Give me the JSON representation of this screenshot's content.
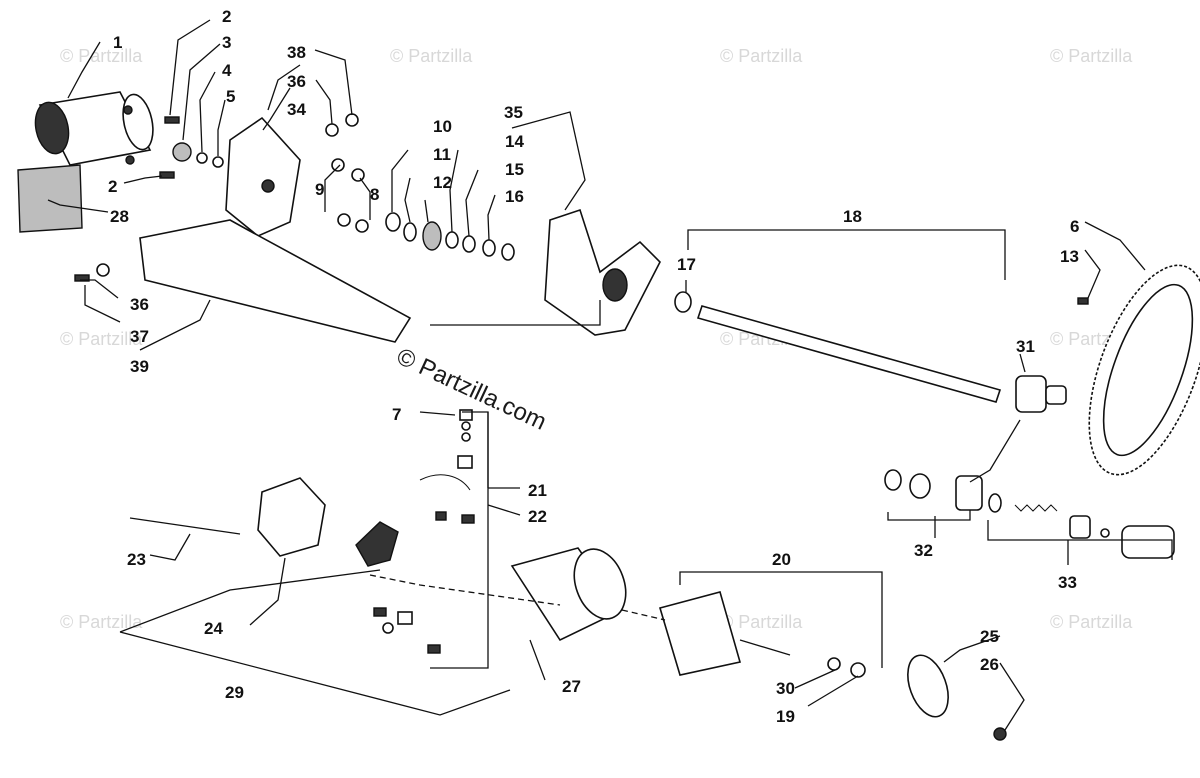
{
  "watermark_text": "© Partzilla",
  "main_watermark": "© Partzilla.com",
  "callouts": {
    "c1": "1",
    "c2a": "2",
    "c2b": "2",
    "c3": "3",
    "c4": "4",
    "c5": "5",
    "c6": "6",
    "c7": "7",
    "c8": "8",
    "c9": "9",
    "c10": "10",
    "c11": "11",
    "c12": "12",
    "c13": "13",
    "c14": "14",
    "c15": "15",
    "c16": "16",
    "c17": "17",
    "c18": "18",
    "c19": "19",
    "c20": "20",
    "c21": "21",
    "c22": "22",
    "c23": "23",
    "c24": "24",
    "c25": "25",
    "c26": "26",
    "c27": "27",
    "c28": "28",
    "c29": "29",
    "c30": "30",
    "c31": "31",
    "c32": "32",
    "c33": "33",
    "c34": "34",
    "c35": "35",
    "c36a": "36",
    "c36b": "36",
    "c37": "37",
    "c38": "38",
    "c39": "39"
  }
}
